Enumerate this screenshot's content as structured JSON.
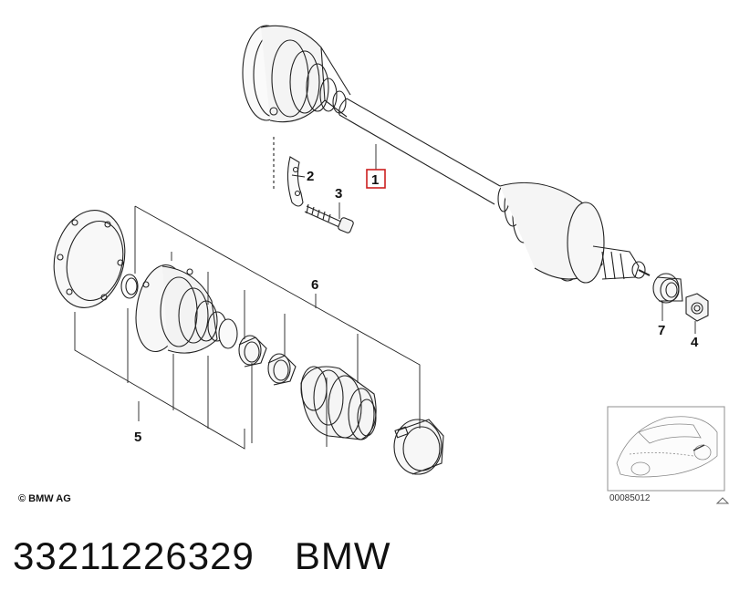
{
  "diagram": {
    "copyright": "© BMW AG",
    "image_number": "00085012",
    "callouts": {
      "c1": "1",
      "c2": "2",
      "c3": "3",
      "c4": "4",
      "c5": "5",
      "c6": "6",
      "c7": "7"
    },
    "highlight_color": "#cc1f1f",
    "highlighted_callout": "1"
  },
  "caption": {
    "part_number": "33211226329",
    "brand": "BMW"
  }
}
